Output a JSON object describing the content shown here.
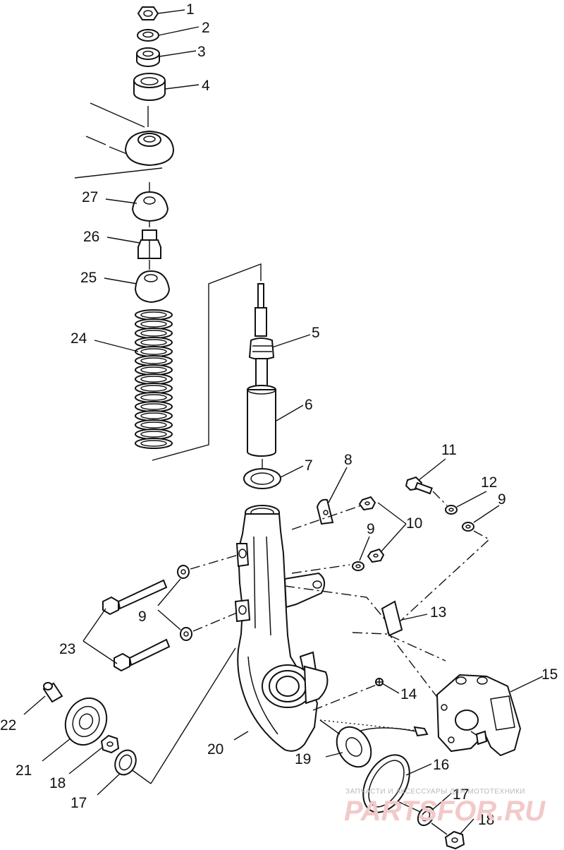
{
  "diagram": {
    "labels": {
      "p1": "1",
      "p2": "2",
      "p3": "3",
      "p4": "4",
      "p5": "5",
      "p6": "6",
      "p7": "7",
      "p8": "8",
      "p9a": "9",
      "p9b": "9",
      "p9c": "9",
      "p10": "10",
      "p11": "11",
      "p12": "12",
      "p13": "13",
      "p14": "14",
      "p15": "15",
      "p16": "16",
      "p17a": "17",
      "p17b": "17",
      "p18a": "18",
      "p18b": "18",
      "p19": "19",
      "p20": "20",
      "p21": "21",
      "p22": "22",
      "p23": "23",
      "p24": "24",
      "p25": "25",
      "p26": "26",
      "p27": "27"
    },
    "watermark": {
      "caption": "ЗАПЧАСТИ И АКСЕССУАРЫ ДЛЯ МОТОТЕХНИКИ",
      "site": "PARTSFOR.RU"
    }
  }
}
